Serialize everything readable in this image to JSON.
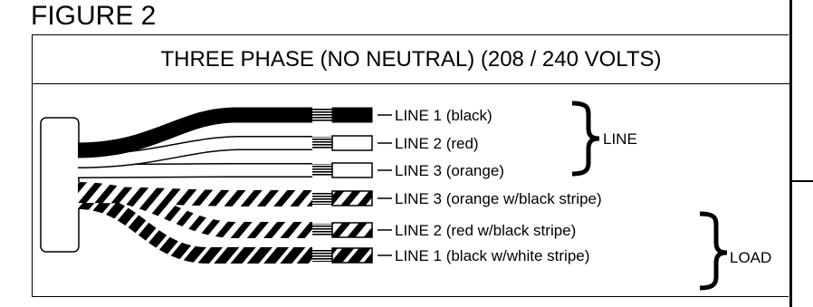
{
  "figure_label": "FIGURE 2",
  "panel_title": "THREE PHASE (NO NEUTRAL) (208 / 240 VOLTS)",
  "wires": [
    {
      "label": "LINE 1 (black)",
      "fill": "black"
    },
    {
      "label": "LINE 2 (red)",
      "fill": "white"
    },
    {
      "label": "LINE 3 (orange)",
      "fill": "white"
    },
    {
      "label": "LINE 3 (orange w/black stripe)",
      "fill": "stripe"
    },
    {
      "label": "LINE 2 (red w/black stripe)",
      "fill": "stripe"
    },
    {
      "label": "LINE 1 (black w/white stripe)",
      "fill": "stripe-dark"
    }
  ],
  "groups": {
    "line": "LINE",
    "load": "LOAD"
  }
}
